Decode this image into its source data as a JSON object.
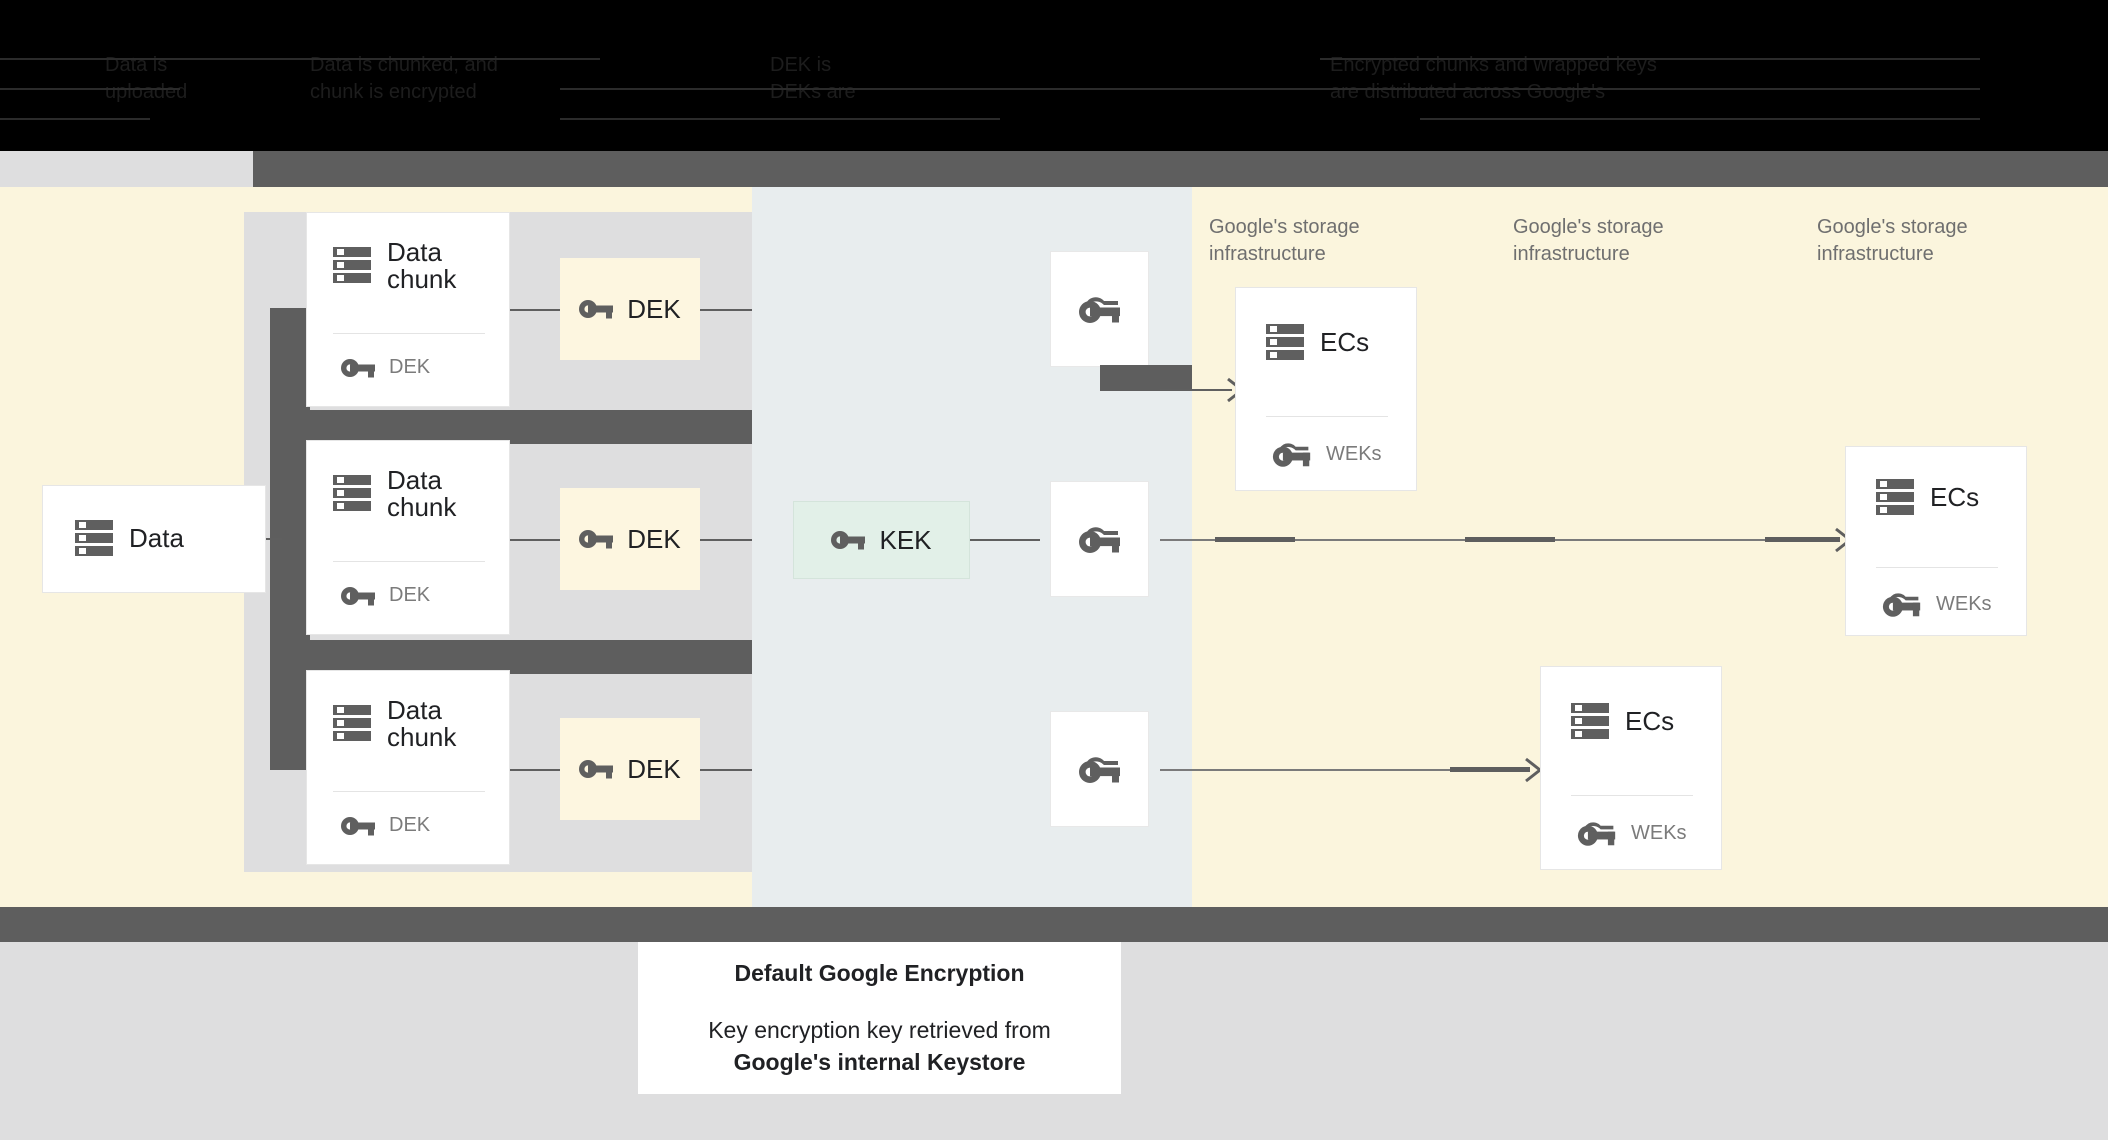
{
  "header": {
    "columns": [
      {
        "line1": "Data is",
        "line2": "uploaded"
      },
      {
        "line1": "Data is chunked, and",
        "line2": "chunk is encrypted"
      },
      {
        "line1": "DEK is",
        "line2": "DEKs are"
      },
      {
        "line1": "Encrypted chunks and wrapped keys",
        "line2": "are distributed across Google's"
      }
    ]
  },
  "diagram": {
    "data_card": {
      "label": "Data",
      "icon": "database-icon"
    },
    "chunks": [
      {
        "label_line1": "Data",
        "label_line2": "chunk",
        "sub": "DEK",
        "icon": "database-icon",
        "sub_icon": "key-icon"
      },
      {
        "label_line1": "Data",
        "label_line2": "chunk",
        "sub": "DEK",
        "icon": "database-icon",
        "sub_icon": "key-icon"
      },
      {
        "label_line1": "Data",
        "label_line2": "chunk",
        "sub": "DEK",
        "icon": "database-icon",
        "sub_icon": "key-icon"
      }
    ],
    "dek_boxes": [
      {
        "label": "DEK",
        "icon": "key-icon"
      },
      {
        "label": "DEK",
        "icon": "key-icon"
      },
      {
        "label": "DEK",
        "icon": "key-icon"
      }
    ],
    "kek_box": {
      "label": "KEK",
      "icon": "key-icon"
    },
    "wrapped_keys": [
      {
        "icon": "double-key-icon"
      },
      {
        "icon": "double-key-icon"
      },
      {
        "icon": "double-key-icon"
      }
    ],
    "storage_labels": [
      {
        "line1": "Google's storage",
        "line2": "infrastructure"
      },
      {
        "line1": "Google's storage",
        "line2": "infrastructure"
      },
      {
        "line1": "Google's storage",
        "line2": "infrastructure"
      }
    ],
    "ec_cards": [
      {
        "label": "ECs",
        "sub": "WEKs",
        "icon": "database-icon",
        "sub_icon": "double-key-icon"
      },
      {
        "label": "ECs",
        "sub": "WEKs",
        "icon": "database-icon",
        "sub_icon": "double-key-icon"
      },
      {
        "label": "ECs",
        "sub": "WEKs",
        "icon": "database-icon",
        "sub_icon": "double-key-icon"
      }
    ]
  },
  "caption": {
    "title": "Default Google Encryption",
    "line1": "Key encryption key retrieved from",
    "line2": "Google's internal Keystore"
  },
  "colors": {
    "cream": "#fbf5dd",
    "blue_gray": "#e8edee",
    "gray": "#dededf",
    "dark_bar": "#5e5e5e",
    "dek_fill": "#fdf6e0",
    "kek_fill": "#e2f0e8",
    "icon": "#5f5f5f"
  }
}
